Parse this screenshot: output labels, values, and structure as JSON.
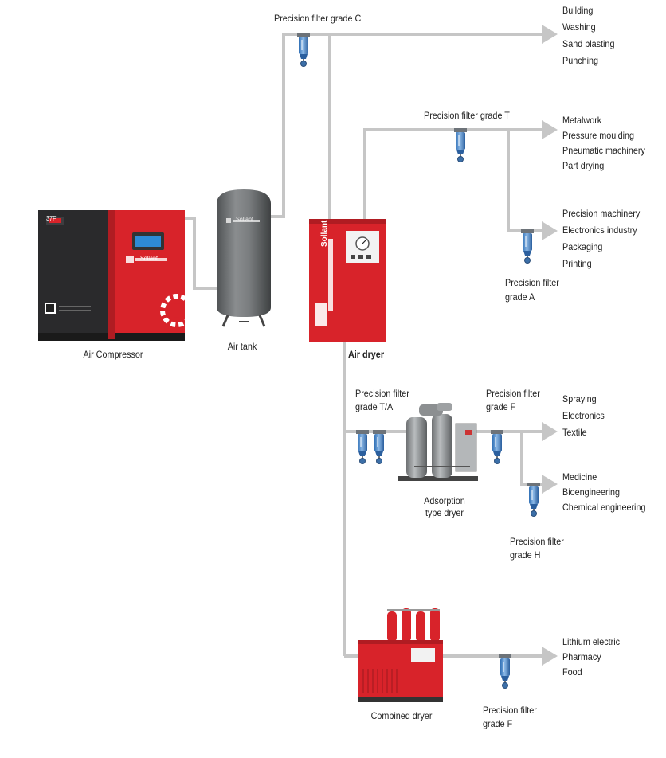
{
  "colors": {
    "pipe": "#c6c6c6",
    "machine_red": "#d8232a",
    "tank_gray": "#6f7274",
    "filter_blue": "#4a86c8"
  },
  "labels": {
    "compressor": "Air Compressor",
    "tank": "Air tank",
    "air_dryer": "Air dryer",
    "adsorption_dryer": [
      "Adsorption",
      "type dryer"
    ],
    "combined_dryer": "Combined dryer",
    "filter_c": "Precision filter grade C",
    "filter_t": "Precision filter grade T",
    "filter_a": [
      "Precision filter",
      "grade A"
    ],
    "filter_ta": [
      "Precision filter",
      "grade T/A"
    ],
    "filter_f1": [
      "Precision filter",
      "grade F"
    ],
    "filter_h": [
      "Precision filter",
      "grade H"
    ],
    "filter_f2": [
      "Precision filter",
      "grade F"
    ]
  },
  "applications": {
    "group1": [
      "Building",
      "Washing",
      "Sand blasting",
      "Punching"
    ],
    "group2": [
      "Metalwork",
      "Pressure moulding",
      "Pneumatic machinery",
      "Part drying"
    ],
    "group3": [
      "Precision machinery",
      "Electronics industry",
      "Packaging",
      "Printing"
    ],
    "group4": [
      "Spraying",
      "Electronics",
      "Textile"
    ],
    "group5": [
      "Medicine",
      "Bioengineering",
      "Chemical engineering"
    ],
    "group6": [
      "Lithium electric",
      "Pharmacy",
      "Food"
    ]
  },
  "machine_text": {
    "brand": "Sollant",
    "model": "37F"
  }
}
